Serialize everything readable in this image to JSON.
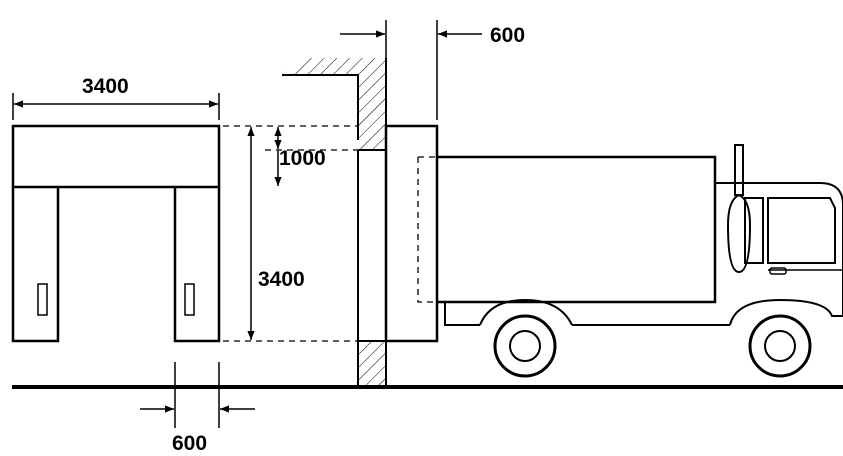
{
  "dimensions": {
    "shelter_width": "3400",
    "shelter_height": "3400",
    "header_depth": "1000",
    "side_curtain_width": "600",
    "projection_depth": "600"
  }
}
